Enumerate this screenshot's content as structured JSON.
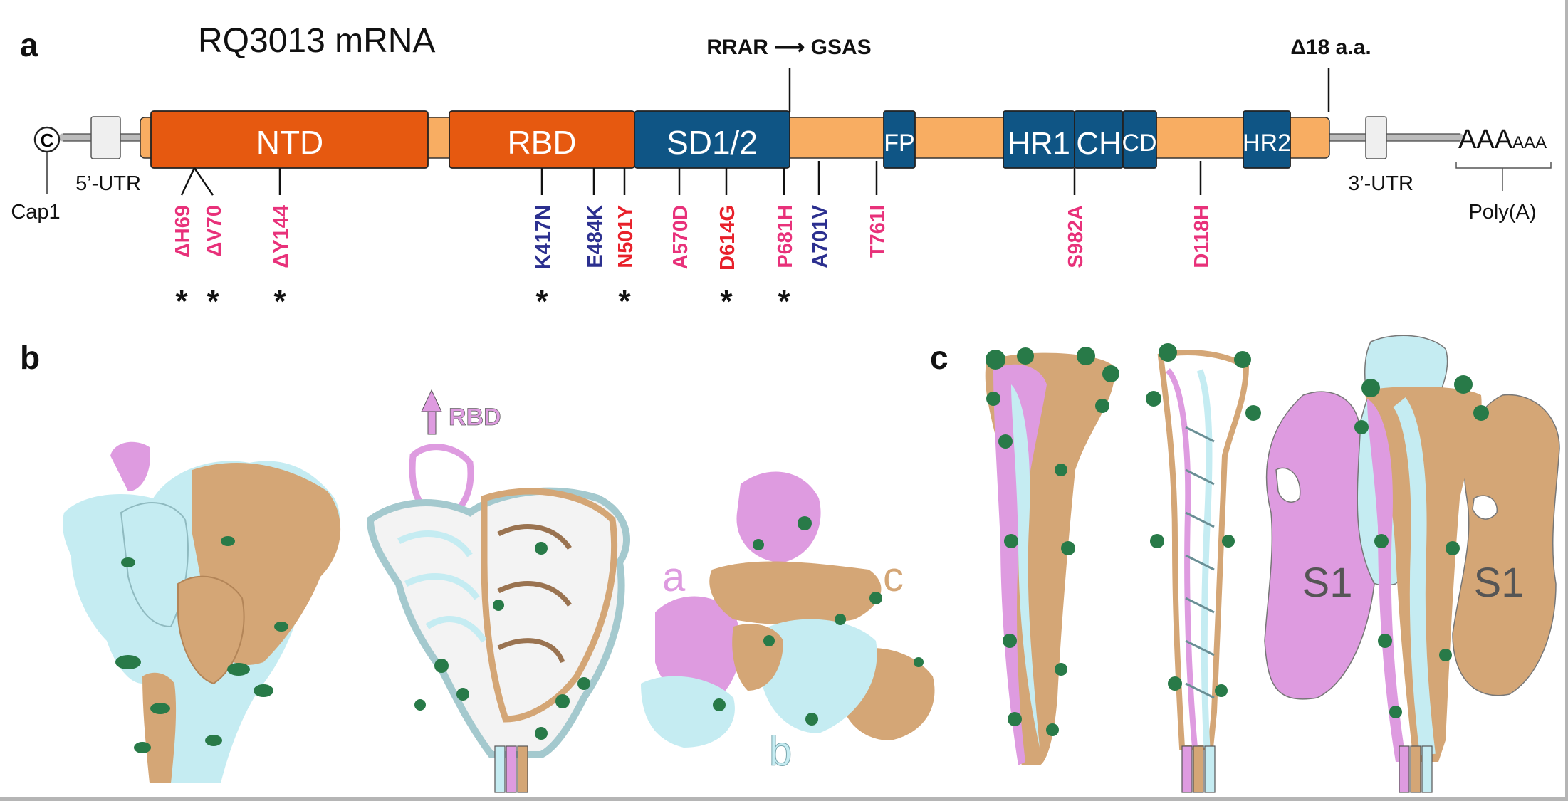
{
  "panels": {
    "a": "a",
    "b": "b",
    "c": "c"
  },
  "title": "RQ3013 mRNA",
  "furin_change": "RRAR ⟶ GSAS",
  "deletion": "Δ18 a.a.",
  "labels": {
    "cap": "Cap1",
    "cap_symbol": "C",
    "utr5": "5’-UTR",
    "utr3": "3’-UTR",
    "polya": "Poly(A)",
    "polya_big": "AAA",
    "polya_small": "AAA"
  },
  "domains": {
    "ntd": "NTD",
    "rbd": "RBD",
    "sd12": "SD1/2",
    "fp": "FP",
    "hr1": "HR1",
    "ch": "CH",
    "cd": "CD",
    "hr2": "HR2"
  },
  "mutations": [
    {
      "label": "ΔH69",
      "color": "#e8317a",
      "star": true
    },
    {
      "label": "ΔV70",
      "color": "#e8317a",
      "star": true
    },
    {
      "label": "ΔY144",
      "color": "#e8317a",
      "star": true
    },
    {
      "label": "K417N",
      "color": "#2b2f8f",
      "star": true
    },
    {
      "label": "E484K",
      "color": "#2b2f8f",
      "star": false
    },
    {
      "label": "N501Y",
      "color": "#e8202a",
      "star": true
    },
    {
      "label": "A570D",
      "color": "#e8317a",
      "star": false
    },
    {
      "label": "D614G",
      "color": "#e8202a",
      "star": true
    },
    {
      "label": "P681H",
      "color": "#e8317a",
      "star": true
    },
    {
      "label": "A701V",
      "color": "#2b2f8f",
      "star": false
    },
    {
      "label": "T761I",
      "color": "#e8317a",
      "star": false
    },
    {
      "label": "S982A",
      "color": "#e8317a",
      "star": false
    },
    {
      "label": "D118H",
      "color": "#e8317a",
      "star": false
    }
  ],
  "star_symbol": "*",
  "panel_b": {
    "rbd_up": "RBD",
    "chain_a": "a",
    "chain_b": "b",
    "chain_c": "c"
  },
  "panel_c": {
    "s1_left": "S1",
    "s1_right": "S1"
  },
  "colors": {
    "dark_orange": "#e65910",
    "light_orange": "#f8ad62",
    "dark_blue": "#0f5585",
    "chain_a": "#de9be0",
    "chain_b": "#c5ecf2",
    "chain_c": "#d4a676",
    "glycan": "#287a48"
  }
}
